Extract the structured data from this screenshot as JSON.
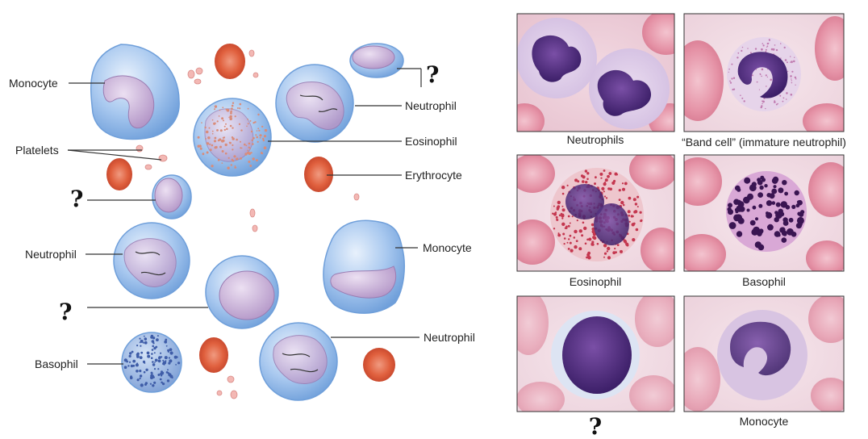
{
  "diagram": {
    "labels": {
      "monocyte_top": "Monocyte",
      "neutrophil_top": "Neutrophil",
      "eosinophil": "Eosinophil",
      "platelets": "Platelets",
      "erythrocyte": "Erythrocyte",
      "unknown_1": "?",
      "unknown_2": "?",
      "unknown_3": "?",
      "neutrophil_left": "Neutrophil",
      "monocyte_right": "Monocyte",
      "neutrophil_bottom": "Neutrophil",
      "basophil": "Basophil"
    }
  },
  "micrographs": {
    "captions": {
      "neutrophils": "Neutrophils",
      "band_cell": "“Band cell” (immature neutrophil)",
      "eosinophil": "Eosinophil",
      "basophil": "Basophil",
      "unknown": "?",
      "monocyte": "Monocyte"
    }
  },
  "colors": {
    "cell_blue": "#8fb6e6",
    "nucleus_purple": "#c3a7d3",
    "rbc_red": "#d8553a",
    "stain_purple": "#4a2a78",
    "stain_pink": "#d67aa0"
  }
}
